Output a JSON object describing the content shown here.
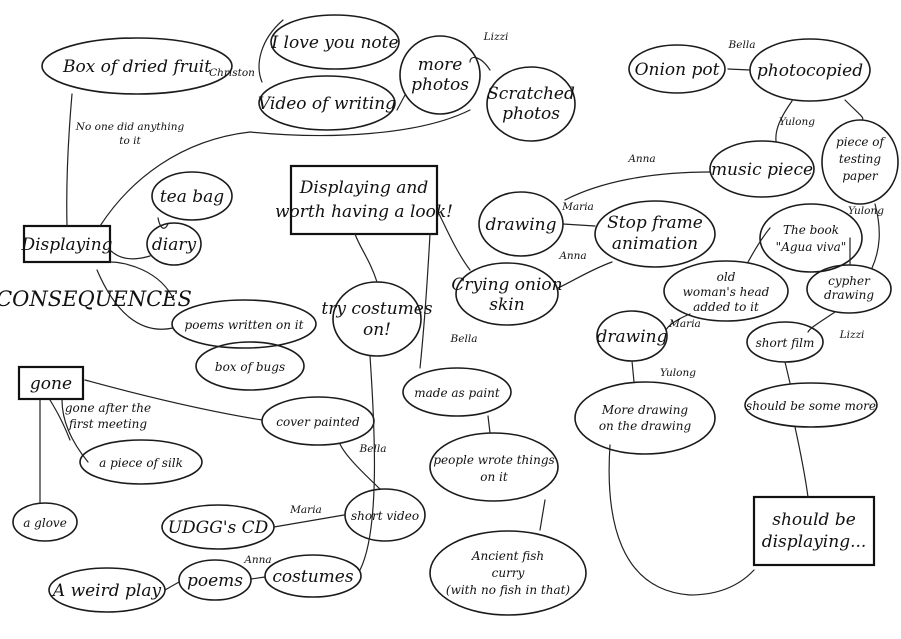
{
  "nodes": {
    "box_dried_fruit": [
      "Box of dried fruit"
    ],
    "love_note": [
      "I love you note"
    ],
    "video_writing": [
      "Video of writing"
    ],
    "more_photos": [
      "more",
      "photos"
    ],
    "scratched_photos": [
      "Scratched",
      "photos"
    ],
    "onion_pot": [
      "Onion pot"
    ],
    "photocopied": [
      "photocopied"
    ],
    "tea_bag": [
      "tea bag"
    ],
    "diary": [
      "diary"
    ],
    "displaying": [
      "Displaying"
    ],
    "displaying_worth": [
      "Displaying and",
      "worth having a look!"
    ],
    "music_piece": [
      "music piece"
    ],
    "testing_paper": [
      "piece of",
      "testing",
      "paper"
    ],
    "drawing_1": [
      "drawing"
    ],
    "stop_frame": [
      "Stop frame",
      "animation"
    ],
    "the_book": [
      "The book",
      "\"Agua viva\""
    ],
    "crying_onion": [
      "Crying onion",
      "skin"
    ],
    "consequences": [
      "CONSEQUENCES"
    ],
    "poems_written": [
      "poems written on it"
    ],
    "try_costumes": [
      "try costumes",
      "on!"
    ],
    "old_mans_head": [
      "old",
      "woman's head",
      "added to it"
    ],
    "cypher_drawing": [
      "cypher",
      "drawing"
    ],
    "drawing_2": [
      "drawing"
    ],
    "short_film": [
      "short film"
    ],
    "box_bugs": [
      "box of bugs"
    ],
    "gone": [
      "gone"
    ],
    "made_as_paint": [
      "made as paint"
    ],
    "more_drawing": [
      "More drawing",
      "on the drawing"
    ],
    "should_be_more": [
      "should be some more"
    ],
    "gone_after_meeting": [
      "gone after the",
      "first meeting"
    ],
    "cover_painted": [
      "cover painted"
    ],
    "piece_silk": [
      "a piece of silk"
    ],
    "people_wrote": [
      "people wrote things",
      "on it"
    ],
    "glove": [
      "a glove"
    ],
    "udggs_cd": [
      "UDGG's CD"
    ],
    "short_video": [
      "short video"
    ],
    "should_be_displaying": [
      "should be",
      "displaying..."
    ],
    "weird_play": [
      "A weird play"
    ],
    "poems": [
      "poems"
    ],
    "costumes": [
      "costumes"
    ],
    "ancient_fish": [
      "Ancient fish",
      "curry",
      "(with no fish in that)"
    ]
  },
  "edge_labels": {
    "christon": "Christon",
    "lizzi_top": "Lizzi",
    "bella_top": "Bella",
    "no_one": [
      "No one did anything",
      "to it"
    ],
    "yulong_1": "Yulong",
    "anna_top": "Anna",
    "maria_mid": "Maria",
    "yulong_2": "Yulong",
    "anna_mid": "Anna",
    "bella_mid": "Bella",
    "maria_right": "Maria",
    "lizzi_right": "Lizzi",
    "yulong_3": "Yulong",
    "bella_low": "Bella",
    "maria_low": "Maria",
    "anna_low": "Anna"
  }
}
